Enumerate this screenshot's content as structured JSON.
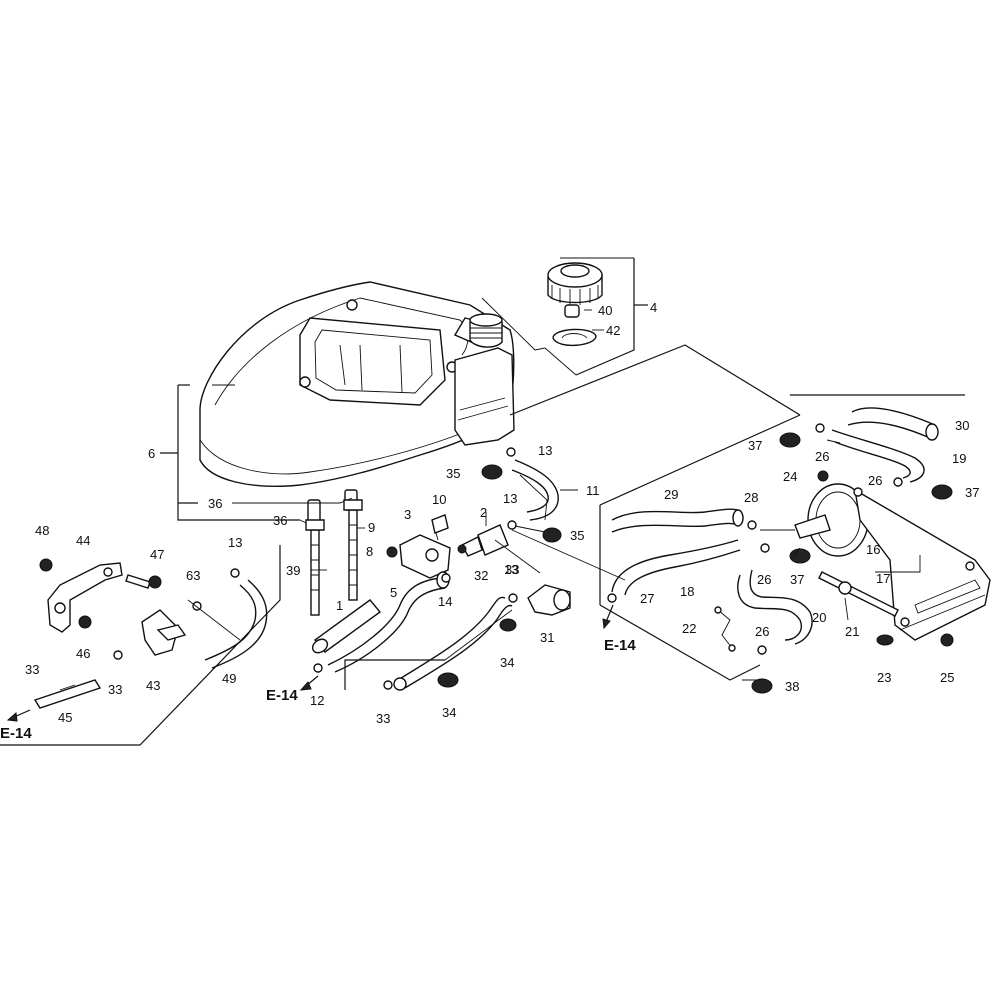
{
  "callouts": [
    "1",
    "2",
    "3",
    "4",
    "5",
    "6",
    "8",
    "9",
    "10",
    "11",
    "12",
    "13",
    "13",
    "13",
    "13",
    "14",
    "16",
    "17",
    "18",
    "19",
    "20",
    "21",
    "22",
    "23",
    "24",
    "25",
    "26",
    "26",
    "26",
    "26",
    "27",
    "28",
    "29",
    "30",
    "31",
    "32",
    "33",
    "33",
    "33",
    "33",
    "34",
    "34",
    "35",
    "35",
    "36",
    "36",
    "37",
    "37",
    "37",
    "38",
    "39",
    "40",
    "42",
    "43",
    "44",
    "45",
    "46",
    "47",
    "48",
    "49",
    "63"
  ],
  "section_refs": [
    "E-14",
    "E-14",
    "E-14"
  ]
}
